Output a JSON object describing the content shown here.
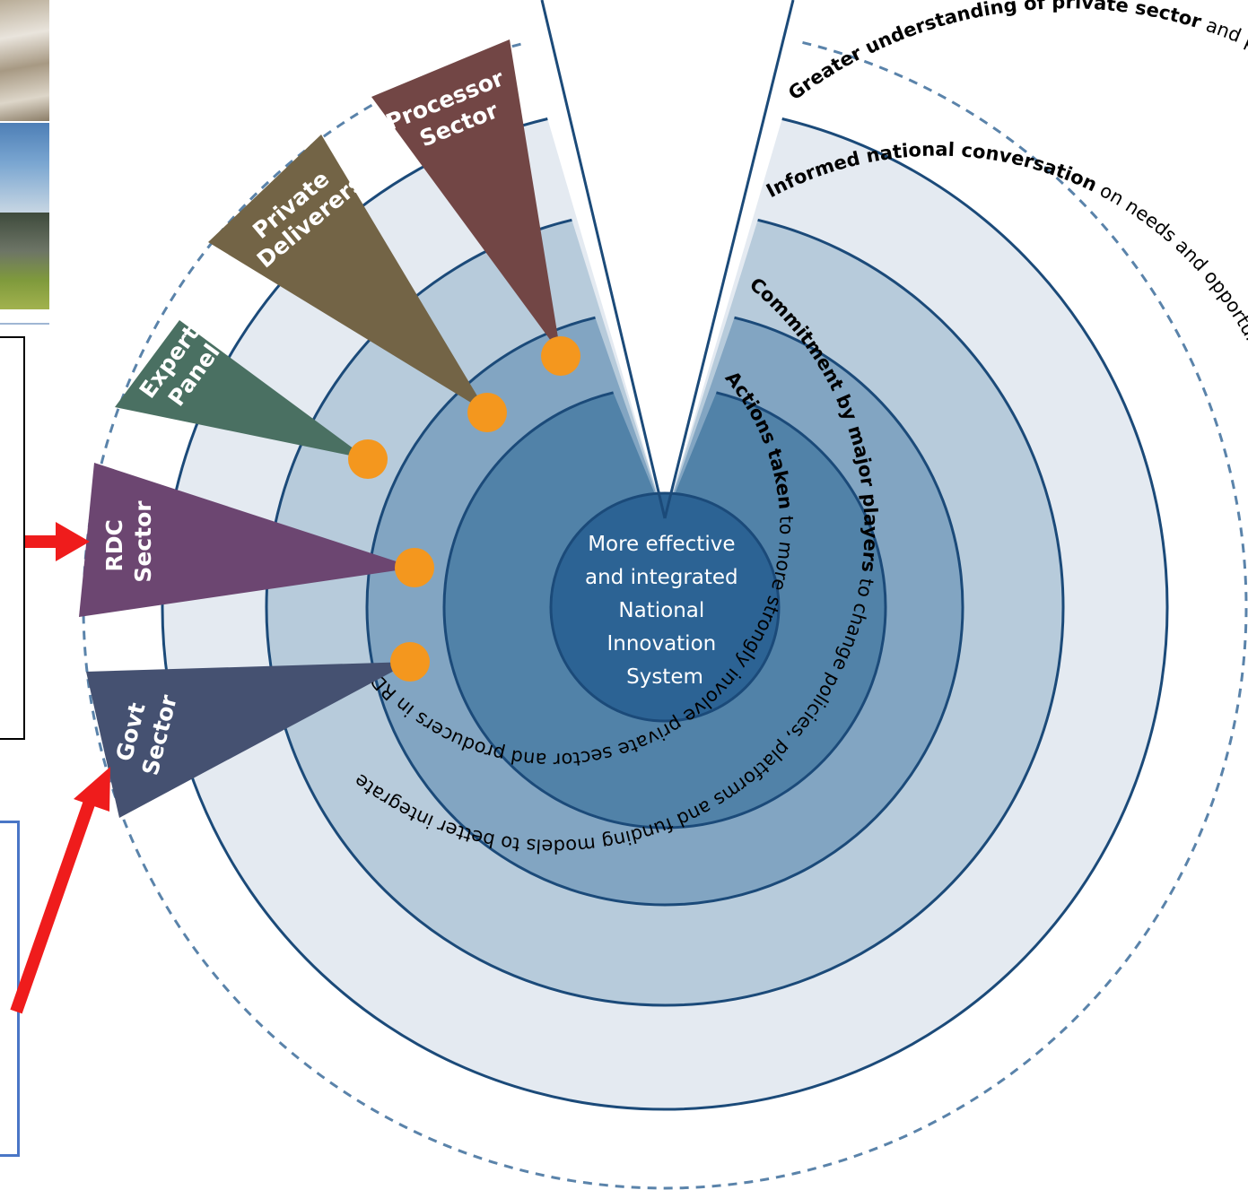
{
  "center": {
    "lines": [
      "More effective",
      "and integrated",
      "National",
      "Innovation",
      "System"
    ]
  },
  "sectors": [
    {
      "key": "processor",
      "lines": [
        "Processor",
        "Sector"
      ],
      "color": "#724645"
    },
    {
      "key": "private",
      "lines": [
        "Private",
        "Deliverers"
      ],
      "color": "#736446"
    },
    {
      "key": "expert",
      "lines": [
        "Expert",
        "Panel"
      ],
      "color": "#4a7062"
    },
    {
      "key": "rdc",
      "lines": [
        "RDC",
        "Sector"
      ],
      "color": "#6c4671"
    },
    {
      "key": "govt",
      "lines": [
        "Govt",
        "Sector"
      ],
      "color": "#455171"
    }
  ],
  "rings": [
    {
      "bold": "Actions taken",
      "rest": " to more strongly involve private sector and producers in RD&E system"
    },
    {
      "bold": "Commitment by major players",
      "rest": " to change policies, platforms and funding models  to better integrate with private sector"
    },
    {
      "bold": "Informed national conversation",
      "rest": " on needs and opportunities to improve"
    },
    {
      "bold": "Greater understanding of private sector",
      "rest": " and producer needs within national RD&E system"
    }
  ],
  "colors": {
    "ring_outer": "#e4eaf1",
    "ring_3": "#b7cbdb",
    "ring_2": "#82a5c2",
    "ring_1": "#5182a8",
    "core": "#2c6394",
    "outline": "#1b4a79",
    "dot": "#f4971e",
    "arrow": "#ef1c1c",
    "dashed": "#5a83aa"
  }
}
